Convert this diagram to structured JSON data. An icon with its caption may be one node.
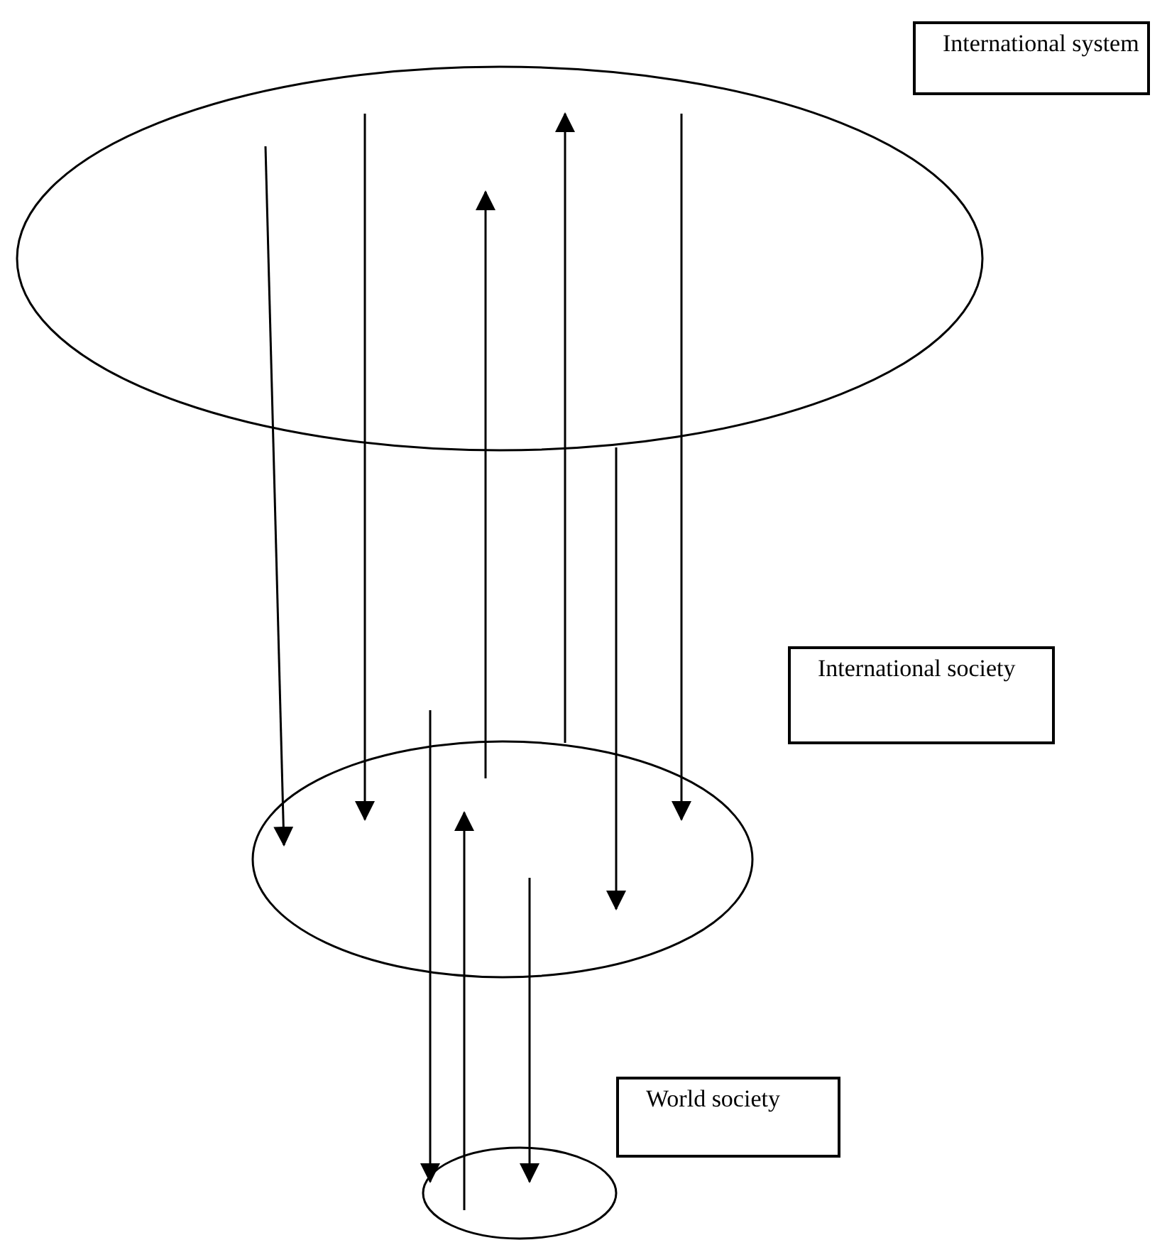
{
  "diagram": {
    "nodes": [
      {
        "text": [
          "International system"
        ]
      },
      {
        "text": [],
        "shape": "ellipse"
      },
      {
        "text": [
          "International society"
        ]
      },
      {
        "text": [],
        "shape": "ellipse"
      },
      {
        "text": [
          "World society"
        ]
      },
      {
        "text": [],
        "shape": "ellipse"
      }
    ],
    "edges": [
      {
        "from": 1,
        "to": 3,
        "arrow": "to"
      },
      {
        "from": 1,
        "to": 3,
        "arrow": "to"
      },
      {
        "from": 3,
        "to": 1,
        "arrow": "to"
      },
      {
        "from": 3,
        "to": 1,
        "arrow": "to"
      },
      {
        "from": 1,
        "to": 3,
        "arrow": "to"
      },
      {
        "from": 1,
        "to": 3,
        "arrow": "to"
      },
      {
        "from": 3,
        "to": 5,
        "arrow": "to"
      },
      {
        "from": 5,
        "to": 3,
        "arrow": "to"
      },
      {
        "from": 3,
        "to": 5,
        "arrow": "to"
      }
    ]
  }
}
